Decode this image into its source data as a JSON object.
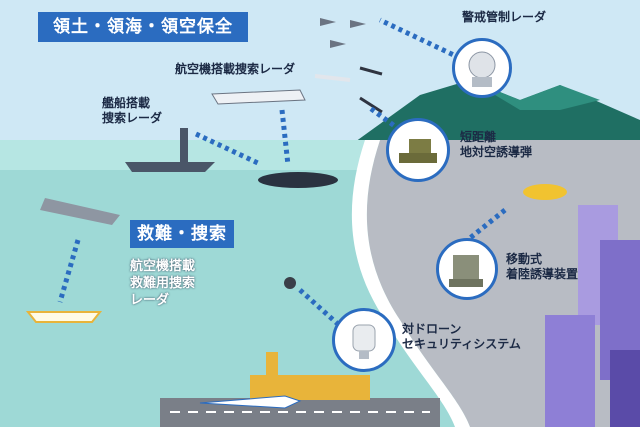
{
  "headings": {
    "territory": "領土・領海・領空保全",
    "rescue": "救難・捜索"
  },
  "labels": {
    "warning_radar": "警戒管制レーダ",
    "airborne_search_radar": "航空機搭載捜索レーダ",
    "ship_search_radar": "艦船搭載\n捜索レーダ",
    "short_range_sam": "短距離\n地対空誘導弾",
    "mobile_guidance": "移動式\n着陸誘導装置",
    "rescue_radar": "航空機搭載\n救難用捜索\nレーダ",
    "counter_drone": "対ドローン\nセキュリティシステム"
  },
  "colors": {
    "heading_bg": "#2b6cc0",
    "sky": "#cfe8f5",
    "sea": "#9ed9d6",
    "land": "#b8bcc4",
    "beam": "#2b6cc0"
  }
}
